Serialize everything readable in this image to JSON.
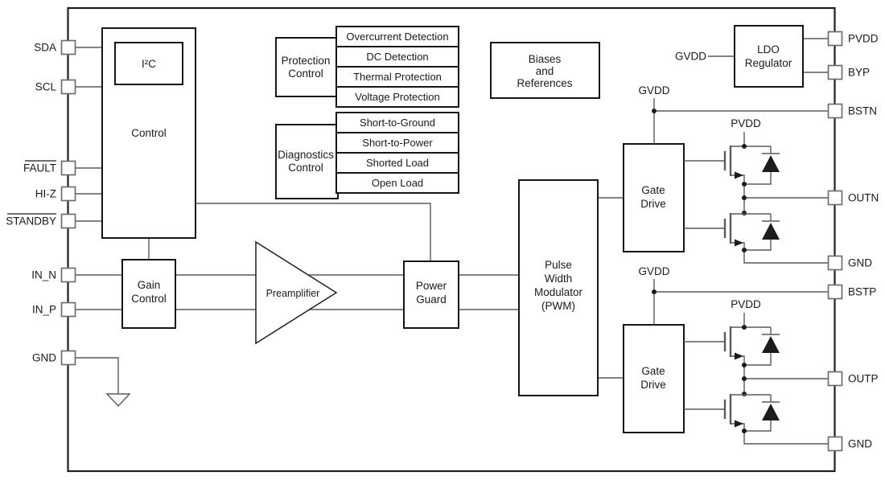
{
  "colors": {
    "background": "#ffffff",
    "wire": "#5a5a5a",
    "block_border": "#151515",
    "text": "#1a1a1a",
    "pin_border": "#6e6e6e",
    "outer_border": "#1f1f1f",
    "symbol_fill": "#1c1c1c"
  },
  "pins": {
    "left": [
      {
        "name": "SDA",
        "overline": false
      },
      {
        "name": "SCL",
        "overline": false
      },
      {
        "name": "FAULT",
        "overline": true
      },
      {
        "name": "HI-Z",
        "overline": false
      },
      {
        "name": "STANDBY",
        "overline": true
      },
      {
        "name": "IN_N",
        "overline": false
      },
      {
        "name": "IN_P",
        "overline": false
      },
      {
        "name": "GND",
        "overline": false
      }
    ],
    "right": [
      {
        "name": "PVDD"
      },
      {
        "name": "BYP"
      },
      {
        "name": "BSTN"
      },
      {
        "name": "OUTN"
      },
      {
        "name": "GND"
      },
      {
        "name": "BSTP"
      },
      {
        "name": "OUTP"
      },
      {
        "name": "GND"
      }
    ]
  },
  "blocks": {
    "control": {
      "label": "Control"
    },
    "i2c": {
      "label": "I²C"
    },
    "gain_control": {
      "lines": [
        "Gain",
        "Control"
      ]
    },
    "preamplifier": {
      "label": "Preamplifier"
    },
    "power_guard": {
      "lines": [
        "Power",
        "Guard"
      ]
    },
    "pwm": {
      "lines": [
        "Pulse",
        "Width",
        "Modulator",
        "(PWM)"
      ]
    },
    "gate_drive_n": {
      "lines": [
        "Gate",
        "Drive"
      ]
    },
    "gate_drive_p": {
      "lines": [
        "Gate",
        "Drive"
      ]
    },
    "ldo_regulator": {
      "lines": [
        "LDO",
        "Regulator"
      ]
    },
    "biases_references": {
      "lines": [
        "Biases",
        "and",
        "References"
      ]
    },
    "protection_control": {
      "lines": [
        "Protection",
        "Control"
      ],
      "items": [
        "Overcurrent Detection",
        "DC Detection",
        "Thermal Protection",
        "Voltage Protection"
      ]
    },
    "diagnostics_control": {
      "lines": [
        "Diagnostics",
        "Control"
      ],
      "items": [
        "Short-to-Ground",
        "Short-to-Power",
        "Shorted Load",
        "Open Load"
      ]
    }
  },
  "net_labels": {
    "ldo_input": "GVDD",
    "bridge_n_supply": "GVDD",
    "bridge_n_pvdd": "PVDD",
    "bridge_p_supply": "GVDD",
    "bridge_p_pvdd": "PVDD"
  }
}
